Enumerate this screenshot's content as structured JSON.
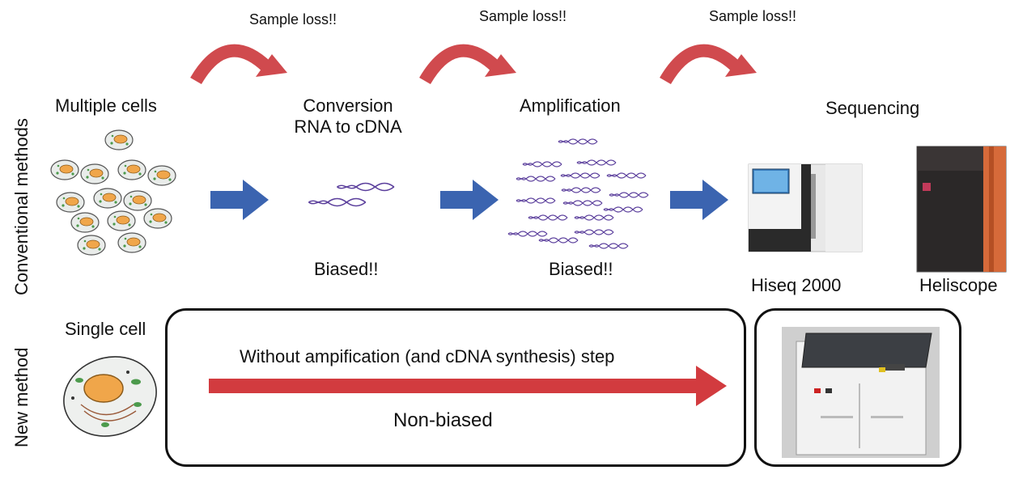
{
  "row_labels": {
    "conventional": "Conventional  methods",
    "new": "New method"
  },
  "sample_loss": [
    "Sample loss!!",
    "Sample loss!!",
    "Sample loss!!"
  ],
  "steps": {
    "multiple_cells": "Multiple cells",
    "conversion_line1": "Conversion",
    "conversion_line2": "RNA to cDNA",
    "amplification": "Amplification",
    "sequencing": "Sequencing"
  },
  "bias": [
    "Biased!!",
    "Biased!!"
  ],
  "instruments": {
    "hiseq": "Hiseq 2000",
    "heliscope": "Heliscope"
  },
  "new_method": {
    "single_cell": "Single cell",
    "step_text": "Without ampification (and cDNA synthesis) step",
    "result": "Non-biased"
  },
  "colors": {
    "loss_arrow": "#d04a4e",
    "flow_arrow": "#3b64b0",
    "new_arrow": "#d23b3f",
    "dna": "#5b3f9c"
  }
}
